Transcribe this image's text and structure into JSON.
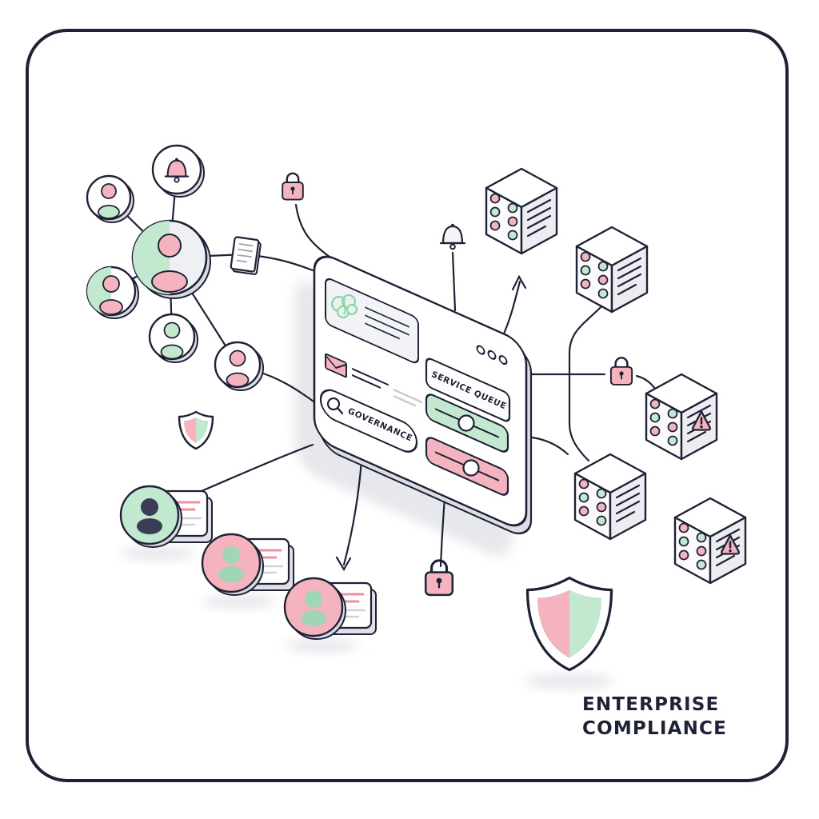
{
  "illustration": {
    "panel": {
      "service_queue_label": "SERVICE QUEUE",
      "governance_label": "GOVERNANCE"
    },
    "caption": {
      "line1": "ENTERPRISE",
      "line2": "COMPLIANCE"
    },
    "colors": {
      "outline": "#1f2237",
      "pink": "#f4b3bf",
      "green": "#c2e8cf",
      "panel": "#ffffff",
      "card_gray": "#f2f3f6",
      "shadow": "#e7e8ec"
    },
    "icons": {
      "user-avatar": "circle with person glyph",
      "notification-bell": "bell glyph",
      "document": "page with text lines",
      "brain": "green scribble cluster",
      "envelope": "mail rectangle",
      "search": "magnifier",
      "lock": "padlock",
      "server": "isometric cube with status dots",
      "warning": "triangle with exclamation",
      "shield": "two-tone shield",
      "id-badge": "card with round avatar"
    }
  }
}
